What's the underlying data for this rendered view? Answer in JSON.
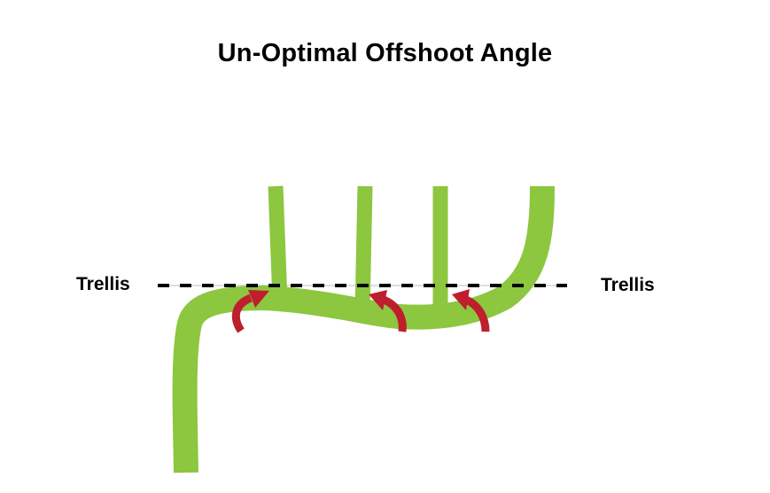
{
  "title": "Un-Optimal Offshoot Angle",
  "trellis_left_label": "Trellis",
  "trellis_right_label": "Trellis",
  "colors": {
    "vine": "#8dc63f",
    "arrow": "#be1e2d",
    "trellis_line": "#000000",
    "text": "#000000"
  }
}
